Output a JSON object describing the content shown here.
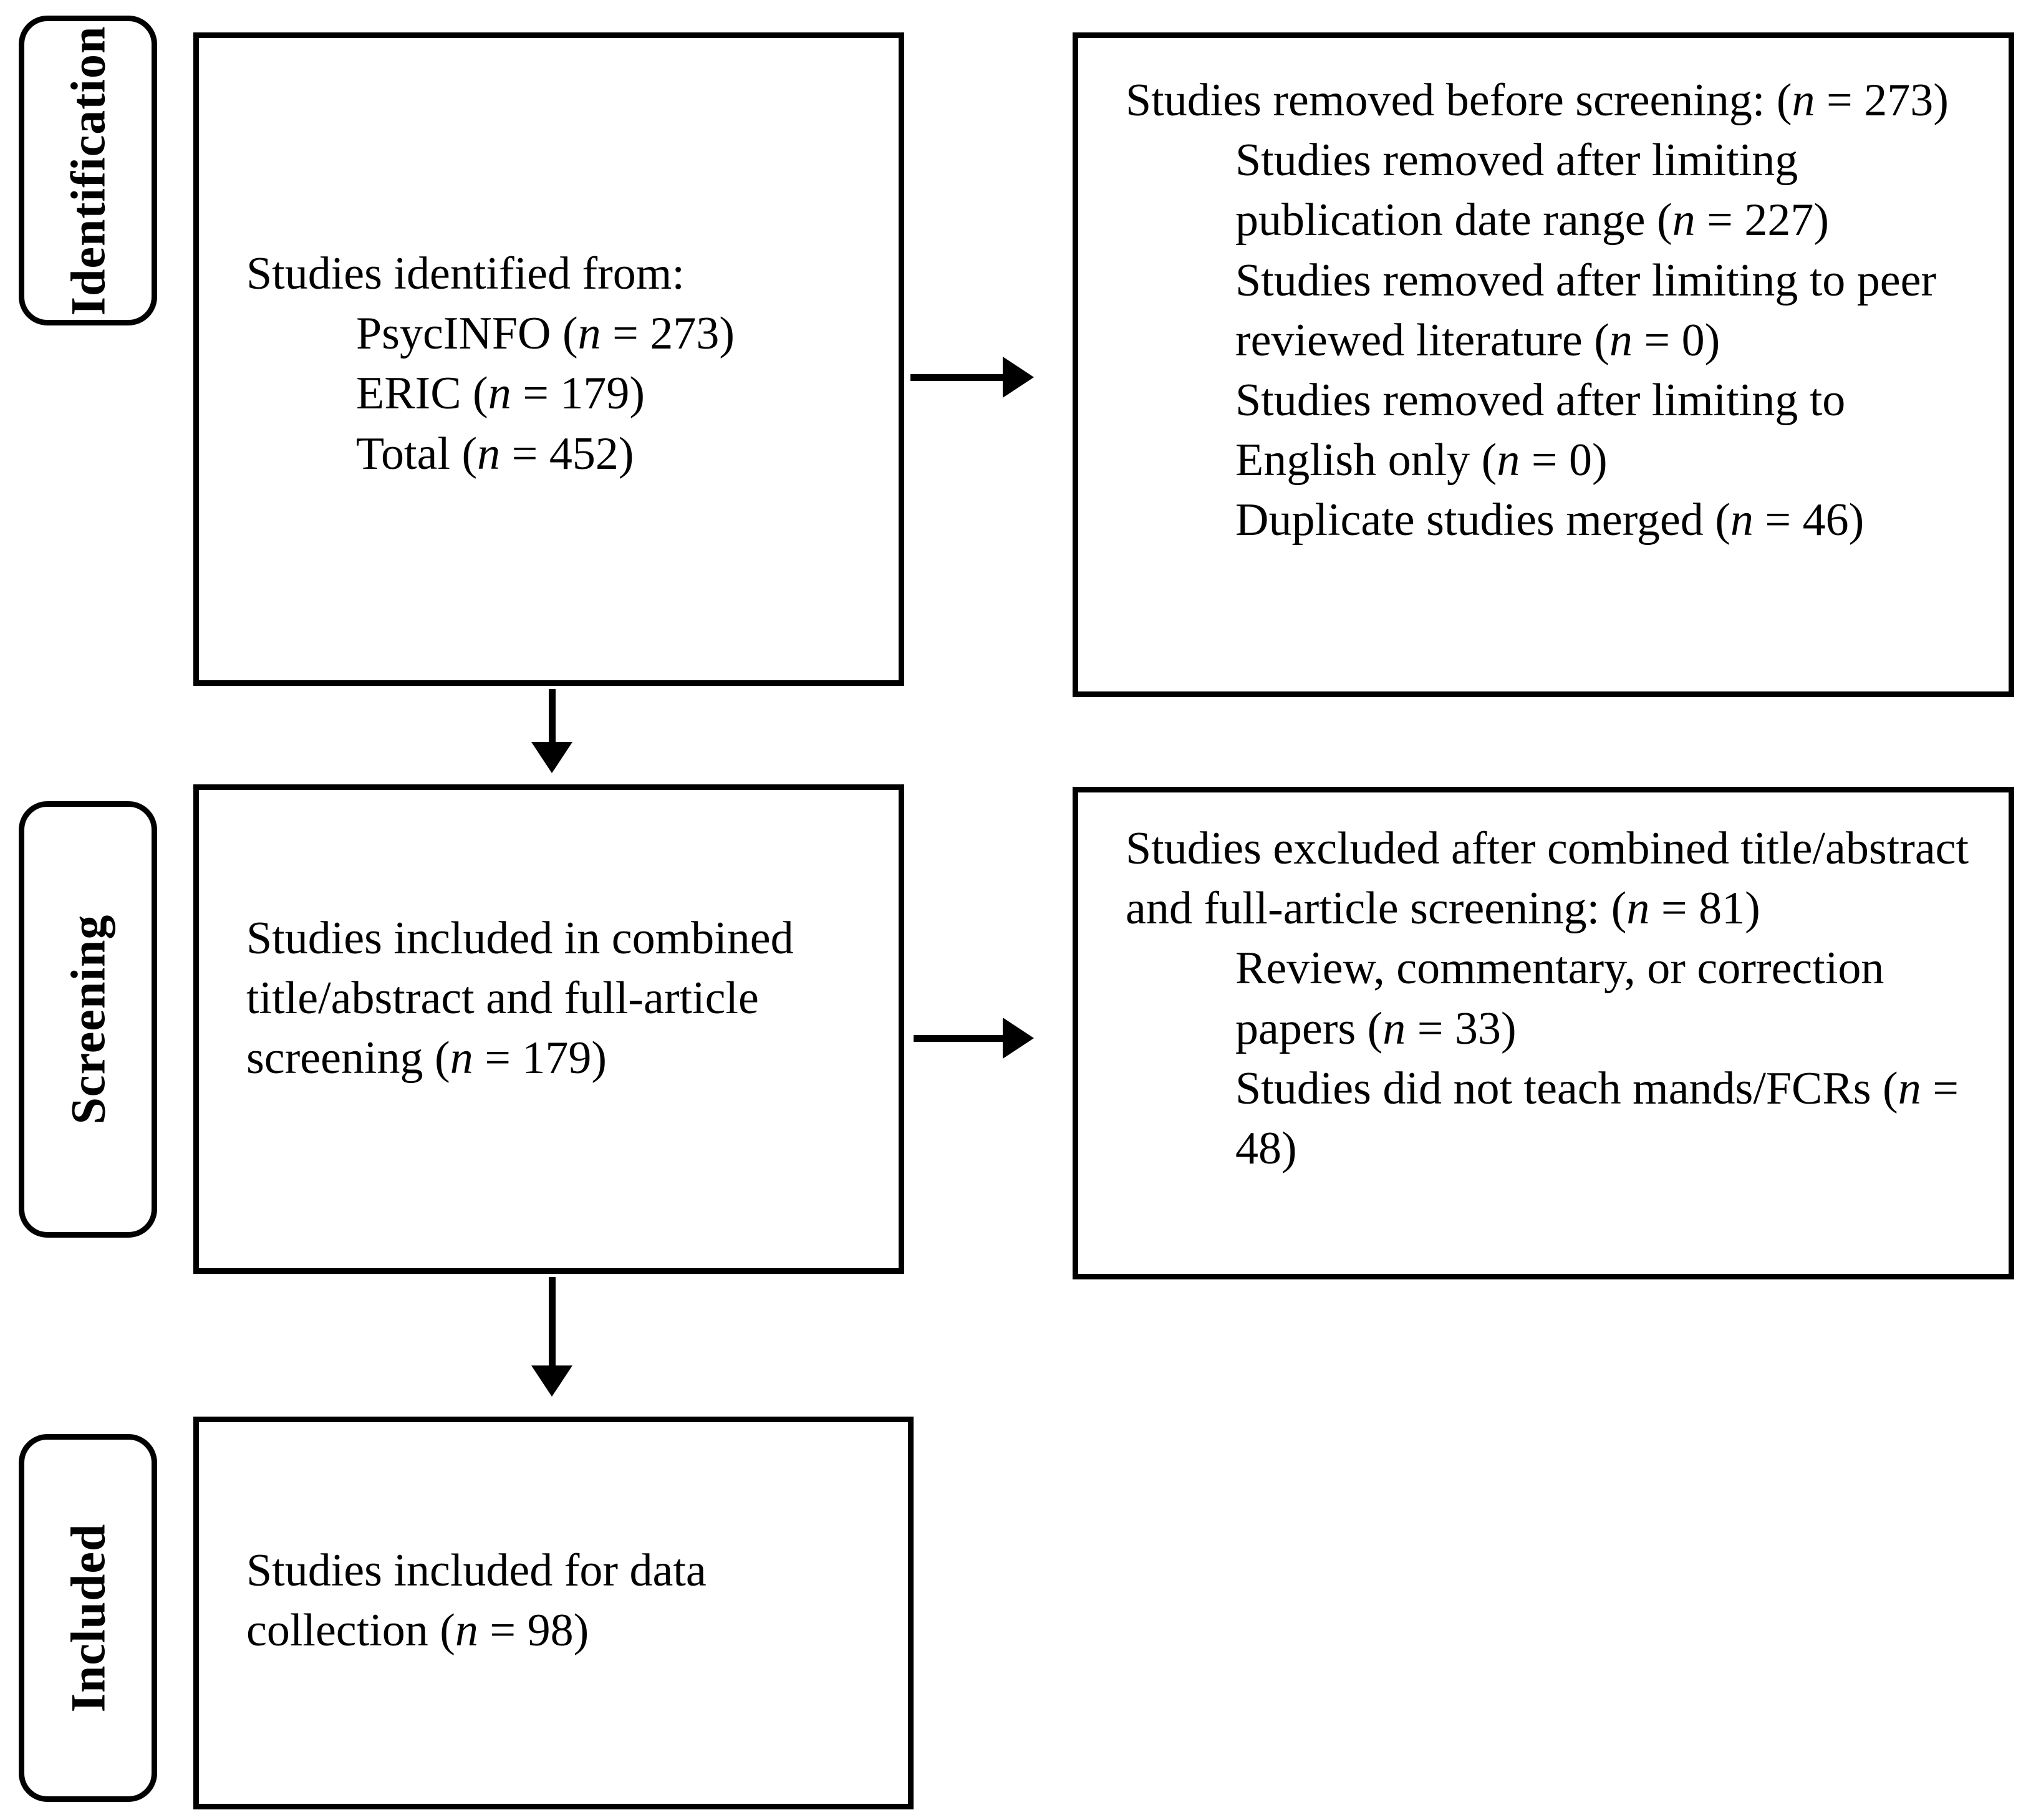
{
  "diagram": {
    "type": "prisma-flow-diagram",
    "stages": [
      {
        "id": "identification",
        "label": "Identification"
      },
      {
        "id": "screening",
        "label": "Screening"
      },
      {
        "id": "included",
        "label": "Included"
      }
    ],
    "boxes": {
      "identified": {
        "name": "studies-identified-box",
        "lines": [
          {
            "indent": 0,
            "pre": "Studies identified from:",
            "italic": "",
            "post": ""
          },
          {
            "indent": 1,
            "pre": "PsycINFO (",
            "italic": "n",
            "post": " = 273)"
          },
          {
            "indent": 1,
            "pre": "ERIC (",
            "italic": "n",
            "post": " = 179)"
          },
          {
            "indent": 1,
            "pre": "Total (",
            "italic": "n",
            "post": " = 452)"
          }
        ]
      },
      "removed": {
        "name": "studies-removed-box",
        "lines": [
          {
            "indent": 0,
            "pre": "Studies removed before screening: (",
            "italic": "n",
            "post": " = 273)"
          },
          {
            "indent": 1,
            "pre": "Studies removed after limiting publication date range (",
            "italic": "n",
            "post": " = 227)"
          },
          {
            "indent": 1,
            "pre": "Studies removed after limiting to peer reviewed literature (",
            "italic": "n",
            "post": " = 0)"
          },
          {
            "indent": 1,
            "pre": "Studies removed after limiting to English only (",
            "italic": "n",
            "post": " = 0)"
          },
          {
            "indent": 1,
            "pre": "Duplicate studies merged (",
            "italic": "n",
            "post": " = 46)"
          }
        ]
      },
      "screened": {
        "name": "studies-screened-box",
        "lines": [
          {
            "indent": 0,
            "pre": "Studies included in combined title/abstract and full-article screening (",
            "italic": "n",
            "post": " = 179)"
          }
        ]
      },
      "excluded": {
        "name": "studies-excluded-box",
        "lines": [
          {
            "indent": 0,
            "pre": "Studies excluded after combined title/abstract and full-article screening: (",
            "italic": "n",
            "post": " = 81)"
          },
          {
            "indent": 1,
            "pre": "Review, commentary, or correction papers (",
            "italic": "n",
            "post": " = 33)"
          },
          {
            "indent": 1,
            "pre": "Studies did not teach mands/FCRs (",
            "italic": "n",
            "post": " = 48)"
          }
        ]
      },
      "included": {
        "name": "studies-included-box",
        "lines": [
          {
            "indent": 0,
            "pre": "Studies included for data collection (",
            "italic": "n",
            "post": " = 98)"
          }
        ]
      }
    },
    "arrows": [
      {
        "id": "identified-to-removed",
        "direction": "right"
      },
      {
        "id": "identified-to-screened",
        "direction": "down"
      },
      {
        "id": "screened-to-excluded",
        "direction": "right"
      },
      {
        "id": "screened-to-included",
        "direction": "down"
      }
    ],
    "counts": {
      "psycinfo": 273,
      "eric": 179,
      "total_identified": 452,
      "removed_before_screening": 273,
      "removed_date_range": 227,
      "removed_peer_reviewed": 0,
      "removed_english_only": 0,
      "duplicates_merged": 46,
      "screened": 179,
      "excluded_total": 81,
      "excluded_review_commentary": 33,
      "excluded_no_mands": 48,
      "included_for_data": 98
    },
    "colors": {
      "stroke": "#000000",
      "background": "#ffffff",
      "text": "#000000"
    }
  }
}
